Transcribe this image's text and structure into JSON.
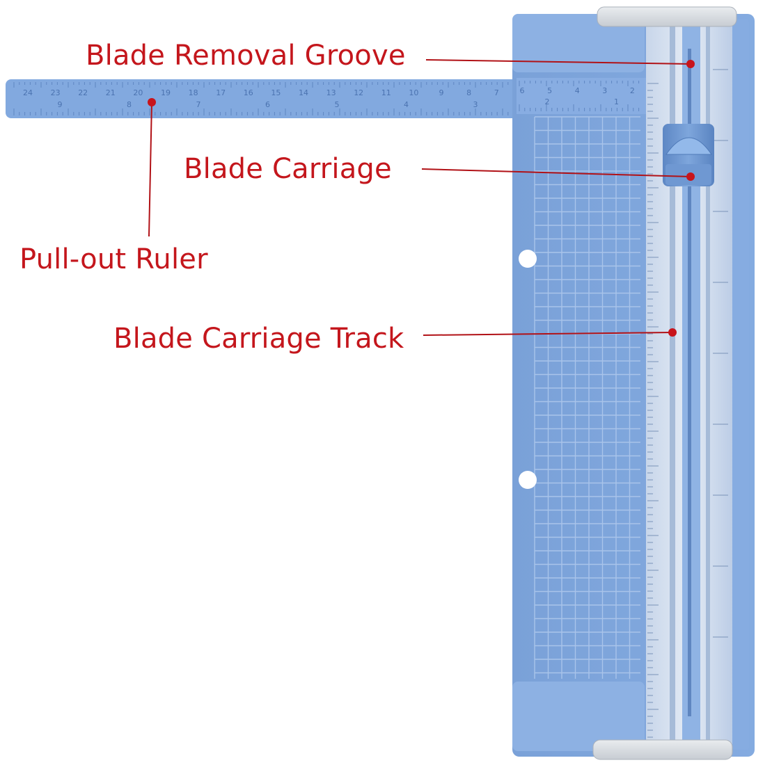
{
  "callouts": [
    {
      "id": "groove",
      "label": "Blade Removal Groove"
    },
    {
      "id": "carriage",
      "label": "Blade Carriage"
    },
    {
      "id": "ruler",
      "label": "Pull-out Ruler"
    },
    {
      "id": "track",
      "label": "Blade Carriage Track"
    }
  ],
  "ruler_scale": {
    "cm_labels": [
      "24",
      "23",
      "22",
      "21",
      "20",
      "19",
      "18",
      "17",
      "16",
      "15",
      "14",
      "13",
      "12",
      "11",
      "10",
      "9",
      "8",
      "7"
    ],
    "inch_labels": [
      "9",
      "8",
      "7",
      "6",
      "5",
      "4",
      "3"
    ],
    "base_cm_labels": [
      "6",
      "5",
      "4",
      "3",
      "2"
    ],
    "base_inch_labels": [
      "2",
      "1"
    ]
  },
  "colors": {
    "body": "#7fa6dc",
    "body_dark": "#6b93cc",
    "grid": "#a9c4ea",
    "track": "#b9cce6",
    "label": "#c4161c",
    "leader": "#b11116",
    "dot": "#c8141b"
  }
}
